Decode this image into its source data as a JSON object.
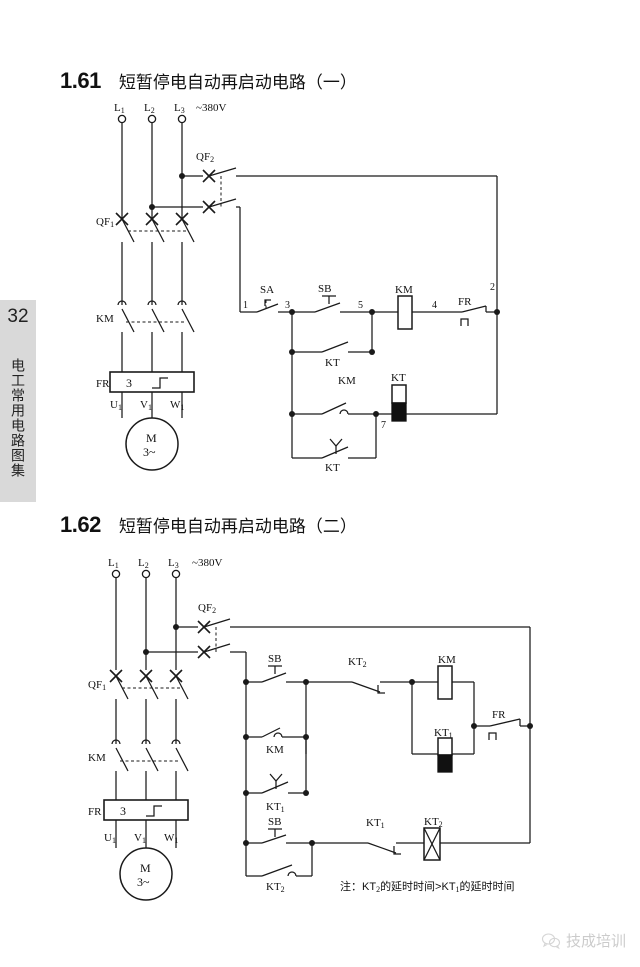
{
  "page": {
    "number": "32",
    "book_title": "电工常用电路图集",
    "watermark": "技成培训"
  },
  "sections": [
    {
      "number": "1.61",
      "title": "短暂停电自动再启动电路（一）",
      "supply": {
        "l1": "L",
        "l1_sub": "1",
        "l2": "L",
        "l2_sub": "2",
        "l3": "L",
        "l3_sub": "3",
        "voltage": "~380V"
      },
      "devices": {
        "qf1": "QF",
        "qf1_sub": "1",
        "qf2": "QF",
        "qf2_sub": "2",
        "km": "KM",
        "fr": "FR",
        "sa": "SA",
        "sb": "SB",
        "kt": "KT",
        "motor": "M",
        "motor_phase": "3~",
        "fr_box_num": "3",
        "u1": "U",
        "u1_sub": "1",
        "v1": "V",
        "v1_sub": "1",
        "w1": "W",
        "w1_sub": "1"
      },
      "nodes": [
        "1",
        "2",
        "3",
        "4",
        "5",
        "7"
      ],
      "contact_labels": [
        "SA",
        "SB",
        "KT",
        "KM",
        "KT",
        "KT"
      ],
      "coil_labels": [
        "KM",
        "KT"
      ]
    },
    {
      "number": "1.62",
      "title": "短暂停电自动再启动电路（二）",
      "supply": {
        "l1": "L",
        "l1_sub": "1",
        "l2": "L",
        "l2_sub": "2",
        "l3": "L",
        "l3_sub": "3",
        "voltage": "~380V"
      },
      "devices": {
        "qf1": "QF",
        "qf1_sub": "1",
        "qf2": "QF",
        "qf2_sub": "2",
        "km": "KM",
        "fr": "FR",
        "sb": "SB",
        "kt1": "KT",
        "kt1_sub": "1",
        "kt2": "KT",
        "kt2_sub": "2",
        "motor": "M",
        "motor_phase": "3~",
        "fr_box_num": "3",
        "u1": "U",
        "u1_sub": "1",
        "v1": "V",
        "v1_sub": "1",
        "w1": "W",
        "w1_sub": "1"
      },
      "note": "注：KT₂的延时时间>KT₁的延时时间",
      "note_prefix": "注：",
      "note_body": "KT2的延时时间>KT1的延时时间"
    }
  ],
  "colors": {
    "ink": "#1a1a1a",
    "tab_bg": "#d9d9d9",
    "paper": "#ffffff"
  }
}
